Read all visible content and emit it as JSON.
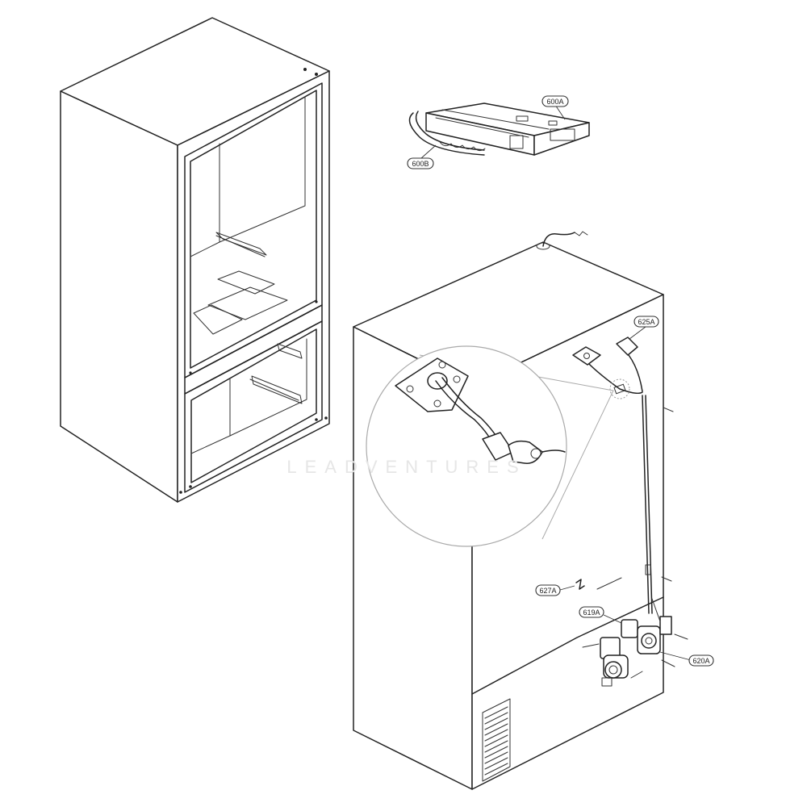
{
  "diagram": {
    "callouts": [
      {
        "id": "600A",
        "label": "600A"
      },
      {
        "id": "600B",
        "label": "600B"
      },
      {
        "id": "625A",
        "label": "625A"
      },
      {
        "id": "627A",
        "label": "627A"
      },
      {
        "id": "619A",
        "label": "619A"
      },
      {
        "id": "620A",
        "label": "620A"
      }
    ],
    "watermark_text": "LEADVENTURES",
    "colors": {
      "line": "#222222",
      "background": "#ffffff",
      "watermark": "#e6e6e6"
    }
  }
}
